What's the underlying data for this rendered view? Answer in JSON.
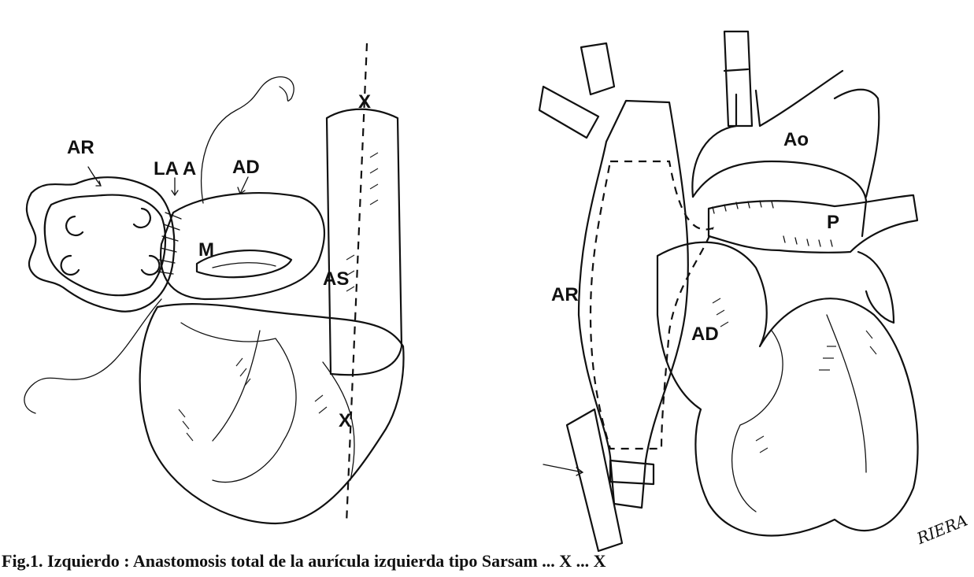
{
  "figure": {
    "left_panel": {
      "labels": {
        "ar": "AR",
        "laa": "LA A",
        "ad": "AD",
        "m": "M",
        "as": "AS",
        "x_top": "X",
        "x_bottom": "X"
      }
    },
    "right_panel": {
      "labels": {
        "ao": "Ao",
        "p": "P",
        "ar": "AR",
        "ad": "AD"
      }
    },
    "caption": "Fig.1. Izquierdo : Anastomosis total de la aurícula izquierda tipo Sarsam ... X ... X",
    "signature": "RIERA"
  }
}
